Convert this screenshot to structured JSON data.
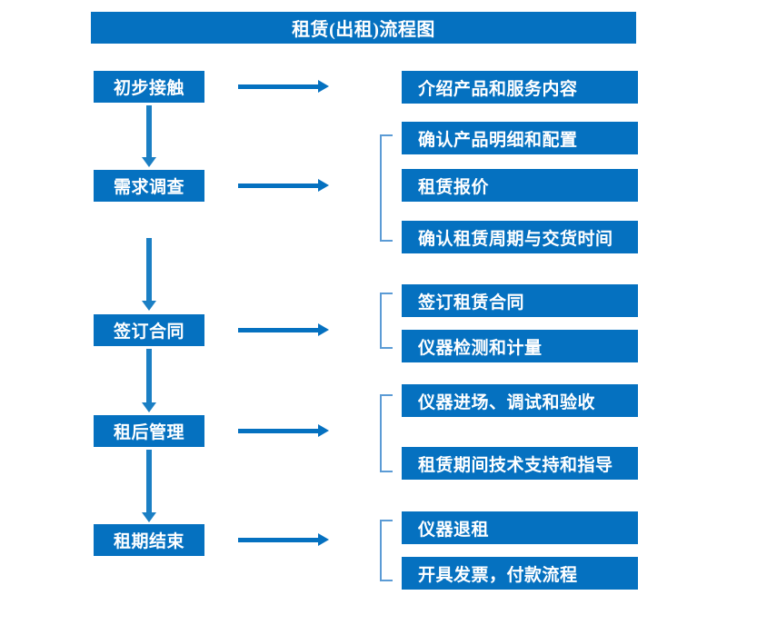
{
  "diagram": {
    "title": "租赁(出租)流程图",
    "accent_color": "#0571c0",
    "arrow_color": "#1b7fc4",
    "bracket_color": "#5b9bd5",
    "text_color": "#ffffff",
    "background_color": "#ffffff"
  },
  "stages": [
    {
      "label": "初步接触"
    },
    {
      "label": "需求调查"
    },
    {
      "label": "签订合同"
    },
    {
      "label": "租后管理"
    },
    {
      "label": "租期结束"
    }
  ],
  "details": [
    {
      "label": "介绍产品和服务内容"
    },
    {
      "label": "确认产品明细和配置"
    },
    {
      "label": "租赁报价"
    },
    {
      "label": "确认租赁周期与交货时间"
    },
    {
      "label": "签订租赁合同"
    },
    {
      "label": "仪器检测和计量"
    },
    {
      "label": "仪器进场、调试和验收"
    },
    {
      "label": "租赁期间技术支持和指导"
    },
    {
      "label": "仪器退租"
    },
    {
      "label": "开具发票，付款流程"
    }
  ],
  "chart_data": {
    "type": "diagram",
    "title": "租赁(出租)流程图",
    "flow": [
      {
        "stage": "初步接触",
        "details": [
          "介绍产品和服务内容"
        ]
      },
      {
        "stage": "需求调查",
        "details": [
          "确认产品明细和配置",
          "租赁报价",
          "确认租赁周期与交货时间"
        ]
      },
      {
        "stage": "签订合同",
        "details": [
          "签订租赁合同",
          "仪器检测和计量"
        ]
      },
      {
        "stage": "租后管理",
        "details": [
          "仪器进场、调试和验收",
          "租赁期间技术支持和指导"
        ]
      },
      {
        "stage": "租期结束",
        "details": [
          "仪器退租",
          "开具发票，付款流程"
        ]
      }
    ]
  }
}
